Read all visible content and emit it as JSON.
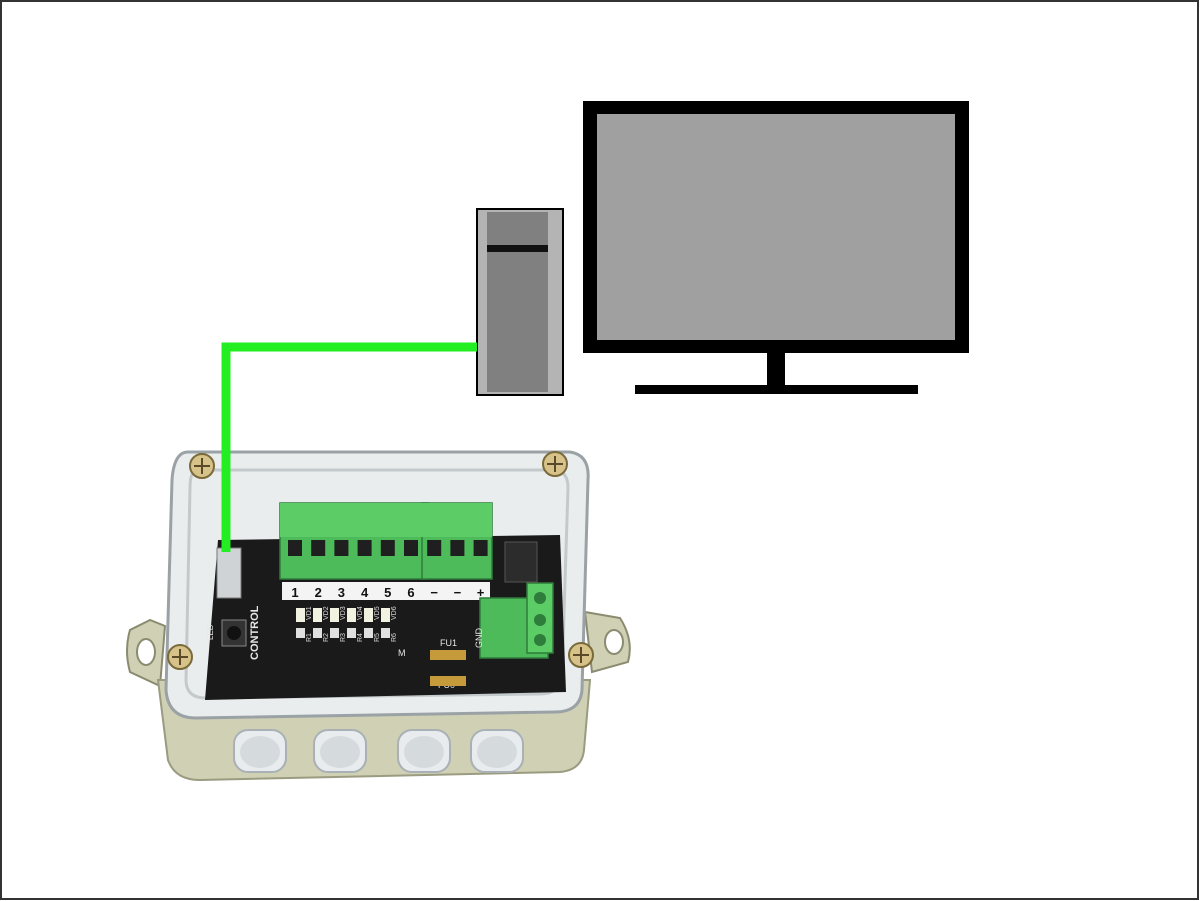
{
  "diagram": {
    "colors": {
      "background": "#ffffff",
      "frame": "#333333",
      "cable": "#22ee22",
      "monitor_bezel": "#000000",
      "monitor_screen": "#a0a0a0",
      "tower_body": "#808080",
      "tower_side": "#b4b4b4",
      "terminal_green": "#4dbb5a",
      "pcb": "#1a1a1a",
      "enclosure": "#cfd0b4",
      "gland": "#e8ecef"
    },
    "computer": {
      "icons": [
        "monitor-icon",
        "pc-tower-icon"
      ]
    },
    "controller": {
      "terminal_labels": [
        "1",
        "2",
        "3",
        "4",
        "5",
        "6",
        "−",
        "−",
        "+"
      ],
      "silkscreen": {
        "control": "CONTROL",
        "vd": [
          "VD1",
          "VD2",
          "VD3",
          "VD4",
          "VD5",
          "VD6"
        ],
        "r": [
          "R1",
          "R2",
          "R3",
          "R4",
          "R5",
          "R6"
        ],
        "fu1": "FU1",
        "fu0": "FU0",
        "gnd": "GND",
        "led": "LED",
        "m": "M"
      }
    }
  }
}
